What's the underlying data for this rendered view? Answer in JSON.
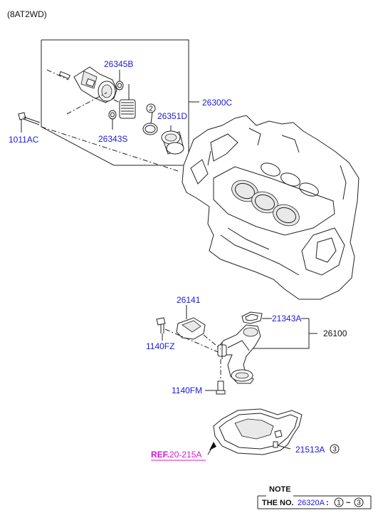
{
  "variant": "(8AT2WD)",
  "parts": {
    "p26345B": "26345B",
    "p26300C": "26300C",
    "p1011AC": "1011AC",
    "p26343S": "26343S",
    "p26351D": "26351D",
    "p26351D_circle": "2",
    "p26141": "26141",
    "p21343A": "21343A",
    "p26100": "26100",
    "p1140FZ": "1140FZ",
    "p1140FM": "1140FM",
    "p21513A": "21513A",
    "p21513A_circle": "3"
  },
  "ref": {
    "prefix": "REF.",
    "number": "20-215A"
  },
  "note": {
    "heading": "NOTE",
    "prefix": "THE NO.",
    "number": "26320A",
    "sep": " : ",
    "from": "1",
    "tilde": "~",
    "to": "3"
  },
  "colors": {
    "part_number": "#1a1ad6",
    "reference": "#d21bd2",
    "line": "#222222"
  }
}
